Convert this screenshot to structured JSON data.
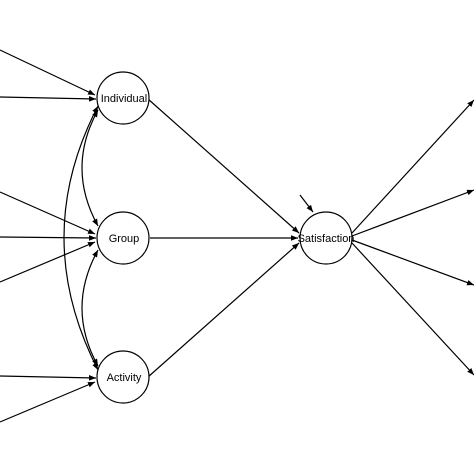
{
  "diagram": {
    "nodes": {
      "individual": {
        "label": "Individual"
      },
      "group": {
        "label": "Group"
      },
      "activity": {
        "label": "Activity"
      },
      "satisfaction": {
        "label": "Satisfaction"
      }
    },
    "colors": {
      "stroke": "#000000",
      "background": "#ffffff"
    }
  }
}
